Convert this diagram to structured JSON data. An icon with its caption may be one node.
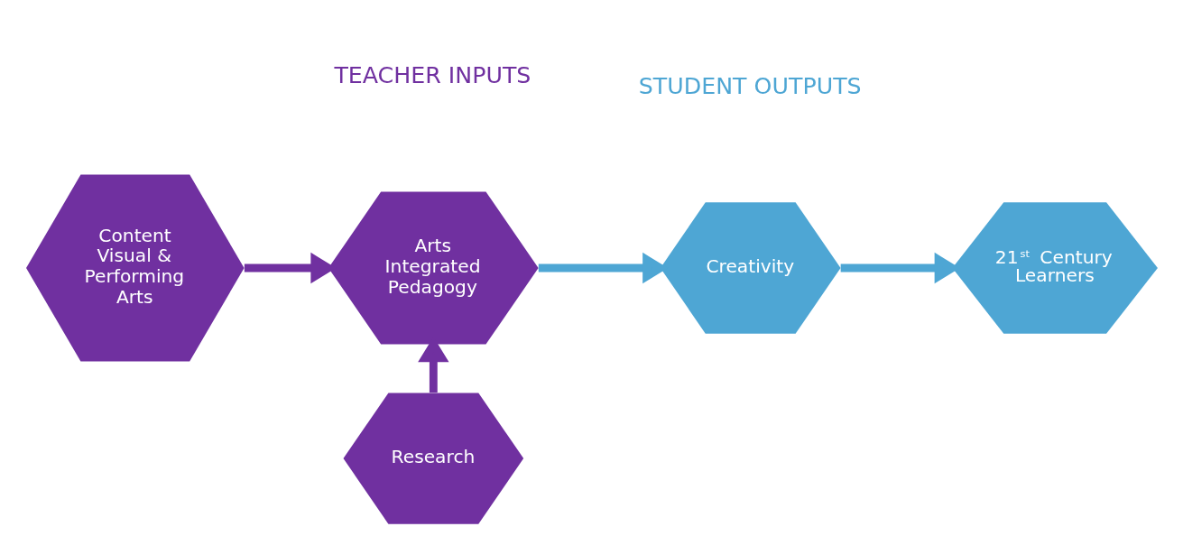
{
  "diagram": {
    "nodes": [
      {
        "text": [
          "Content Visual & Performing Arts"
        ]
      },
      {
        "text": [
          "Arts Integrated Pedagogy"
        ]
      },
      {
        "text": [
          "Creativity"
        ]
      },
      {
        "text": [
          "21$^{st}$ Century Learners"
        ]
      },
      {
        "text": [
          "Research"
        ]
      }
    ],
    "edges": [
      {
        "from": 0,
        "to": 1,
        "arrow": "to"
      },
      {
        "from": 1,
        "to": 2,
        "arrow": "to",
        "color": "#4ea6d4"
      },
      {
        "from": 2,
        "to": 3,
        "arrow": "to",
        "color": "#4ea6d4"
      },
      {
        "from": 4,
        "to": 1,
        "arrow": "to"
      }
    ],
    "labels": [
      "TEACHER INPUTS",
      "STUDENT OUTPUTS"
    ]
  }
}
